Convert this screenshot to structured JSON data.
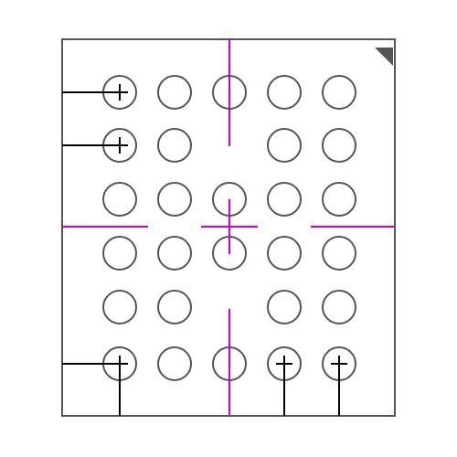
{
  "diagram": {
    "kind": "bga-pad-footprint",
    "grid": {
      "rows": 6,
      "cols": 5
    },
    "missing_pads": [
      [
        1,
        2
      ],
      [
        4,
        2
      ]
    ],
    "pads_with_cross": [
      [
        0,
        0
      ],
      [
        1,
        0
      ],
      [
        5,
        0
      ],
      [
        5,
        3
      ],
      [
        5,
        4
      ]
    ],
    "colors": {
      "background": "#ffffff",
      "outline": "#555555",
      "pad": "#555555",
      "crosshair": "#cc00cc",
      "leader": "#000000",
      "pin1_marker": "#555555"
    },
    "icons": {
      "pin1_marker": "triangle-corner-marker"
    }
  }
}
